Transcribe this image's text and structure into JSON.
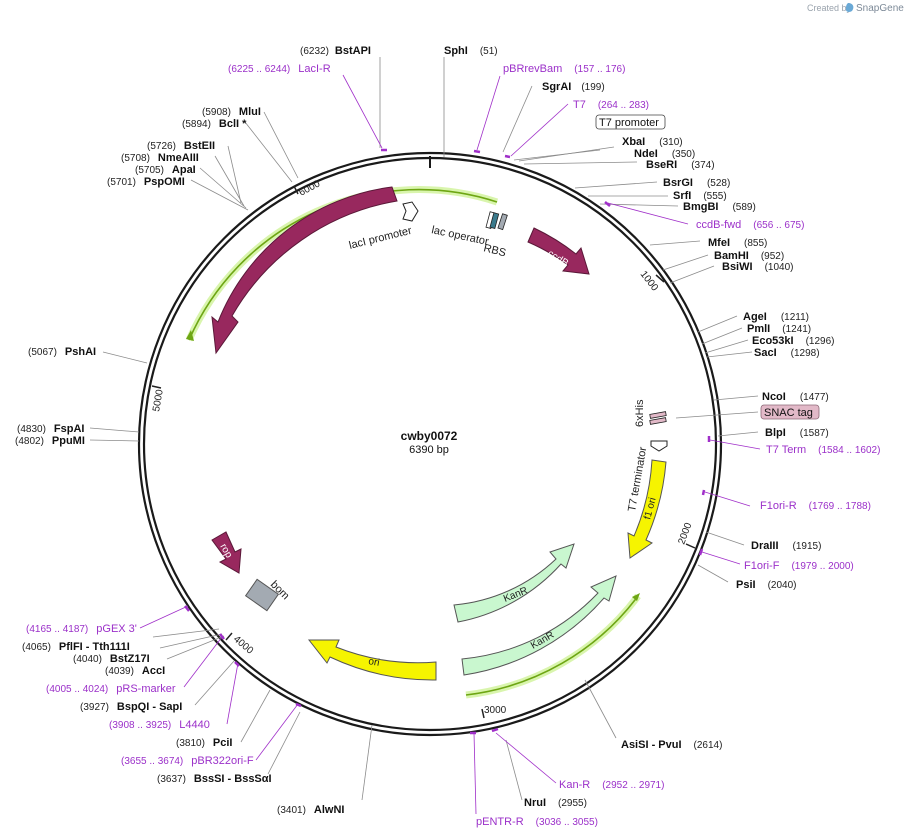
{
  "credit": {
    "prefix": "Created by",
    "brand": "SnapGene",
    "icon": "snapgene-leaf-icon"
  },
  "plasmid": {
    "name": "cwby0072",
    "size_label": "6390 bp"
  },
  "colors": {
    "backbone": "#1a1a1a",
    "feature_magenta": "#98285e",
    "ori_yellow": "#f6f400",
    "kanr_green": "#c9f7cf",
    "primer": "#a02fc9",
    "orf_green": "#6ea614",
    "bom_gray": "#a3aab2",
    "snac_pink": "#e2b9c8"
  },
  "ticks": [
    {
      "label": "1000"
    },
    {
      "label": "2000"
    },
    {
      "label": "3000"
    },
    {
      "label": "4000"
    },
    {
      "label": "5000"
    },
    {
      "label": "6000"
    }
  ],
  "sites": [
    {
      "name": "BstAPI",
      "pos": "(6232)"
    },
    {
      "name": "SphI",
      "pos": "(51)"
    },
    {
      "name": "SgrAI",
      "pos": "(199)"
    },
    {
      "name": "XbaI",
      "pos": "(310)"
    },
    {
      "name": "NdeI",
      "pos": "(350)"
    },
    {
      "name": "BseRI",
      "pos": "(374)"
    },
    {
      "name": "BsrGI",
      "pos": "(528)"
    },
    {
      "name": "SrfI",
      "pos": "(555)"
    },
    {
      "name": "BmgBI",
      "pos": "(589)"
    },
    {
      "name": "MfeI",
      "pos": "(855)"
    },
    {
      "name": "BamHI",
      "pos": "(952)"
    },
    {
      "name": "BsiWI",
      "pos": "(1040)"
    },
    {
      "name": "AgeI",
      "pos": "(1211)"
    },
    {
      "name": "PmlI",
      "pos": "(1241)"
    },
    {
      "name": "Eco53kI",
      "pos": "(1296)"
    },
    {
      "name": "SacI",
      "pos": "(1298)"
    },
    {
      "name": "NcoI",
      "pos": "(1477)"
    },
    {
      "name": "BlpI",
      "pos": "(1587)"
    },
    {
      "name": "DraIII",
      "pos": "(1915)"
    },
    {
      "name": "PsiI",
      "pos": "(2040)"
    },
    {
      "name": "AsiSI - PvuI",
      "pos": "(2614)"
    },
    {
      "name": "NruI",
      "pos": "(2955)"
    },
    {
      "name": "AlwNI",
      "pos": "(3401)"
    },
    {
      "name": "BssSI - BssSαI",
      "pos": "(3637)"
    },
    {
      "name": "PciI",
      "pos": "(3810)"
    },
    {
      "name": "BspQI - SapI",
      "pos": "(3927)"
    },
    {
      "name": "AccI",
      "pos": "(4039)"
    },
    {
      "name": "BstZ17I",
      "pos": "(4040)"
    },
    {
      "name": "PflFI - Tth111I",
      "pos": "(4065)"
    },
    {
      "name": "FspAI",
      "pos": "(4830)"
    },
    {
      "name": "PpuMI",
      "pos": "(4802)"
    },
    {
      "name": "PshAI",
      "pos": "(5067)"
    },
    {
      "name": "PspOMI",
      "pos": "(5701)"
    },
    {
      "name": "ApaI",
      "pos": "(5705)"
    },
    {
      "name": "NmeAIII",
      "pos": "(5708)"
    },
    {
      "name": "BstEII",
      "pos": "(5726)"
    },
    {
      "name": "BclI *",
      "pos": "(5894)"
    },
    {
      "name": "MluI",
      "pos": "(5908)"
    }
  ],
  "primers": [
    {
      "name": "LacI-R",
      "pos": "(6225 .. 6244)"
    },
    {
      "name": "pBRrevBam",
      "pos": "(157 .. 176)"
    },
    {
      "name": "T7",
      "pos": "(264 .. 283)"
    },
    {
      "name": "ccdB-fwd",
      "pos": "(656 .. 675)"
    },
    {
      "name": "T7 Term",
      "pos": "(1584 .. 1602)"
    },
    {
      "name": "F1ori-R",
      "pos": "(1769 .. 1788)"
    },
    {
      "name": "F1ori-F",
      "pos": "(1979 .. 2000)"
    },
    {
      "name": "Kan-R",
      "pos": "(2952 .. 2971)"
    },
    {
      "name": "pENTR-R",
      "pos": "(3036 .. 3055)"
    },
    {
      "name": "pBR322ori-F",
      "pos": "(3655 .. 3674)"
    },
    {
      "name": "L4440",
      "pos": "(3908 .. 3925)"
    },
    {
      "name": "pRS-marker",
      "pos": "(4005 .. 4024)"
    },
    {
      "name": "pGEX 3'",
      "pos": "(4165 .. 4187)"
    }
  ],
  "boxed_features": [
    {
      "name": "T7 promoter"
    },
    {
      "name": "SNAC tag"
    }
  ],
  "features": {
    "lacI": "lacI",
    "lacI_promoter": "lacI promoter",
    "lac_operator": "lac operator",
    "rbs": "RBS",
    "ccdB": "ccdB",
    "his": "6xHis",
    "t7_terminator": "T7 terminator",
    "f1_ori": "f1 ori",
    "kanr_1": "KanR",
    "kanr_2": "KanR",
    "ori": "ori",
    "rop": "rop",
    "bom": "bom"
  }
}
